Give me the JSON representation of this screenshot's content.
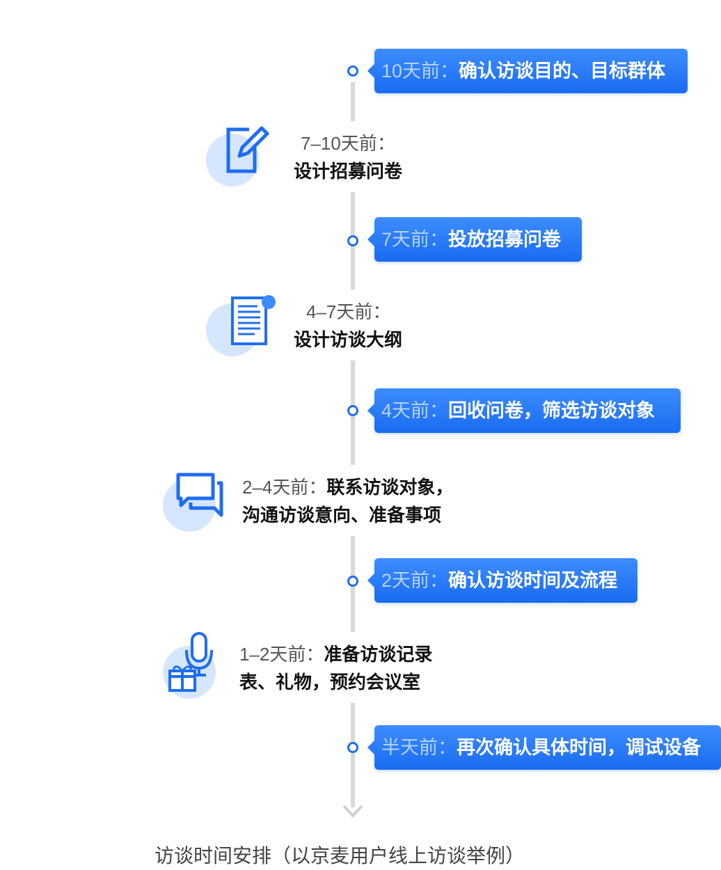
{
  "timeline": {
    "bubbles": [
      {
        "time": "10天前：",
        "task": "确认访谈目的、目标群体"
      },
      {
        "time": "7天前：",
        "task": "投放招募问卷"
      },
      {
        "time": "4天前：",
        "task": "回收问卷，筛选访谈对象"
      },
      {
        "time": "2天前：",
        "task": "确认访谈时间及流程"
      },
      {
        "time": "半天前：",
        "task": "再次确认具体时间，调试设备"
      }
    ],
    "steps": [
      {
        "time": "7–10天前：",
        "task": "设计招募问卷",
        "icon": "edit-icon"
      },
      {
        "time": "4–7天前：",
        "task": "设计访谈大纲",
        "icon": "document-icon"
      },
      {
        "time": "2–4天前：",
        "task": "联系访谈对象，",
        "task2": "沟通访谈意向、准备事项",
        "icon": "chat-icon"
      },
      {
        "time": "1–2天前：",
        "task": "准备访谈记录",
        "task2": "表、礼物，预约会议室",
        "icon": "microphone-gift-icon"
      }
    ]
  },
  "caption": "访谈时间安排（以京麦用户线上访谈举例）",
  "colors": {
    "accent": "#1a6cf0",
    "line": "#d9d9d9",
    "icon_circle": "#d6e6ff"
  }
}
